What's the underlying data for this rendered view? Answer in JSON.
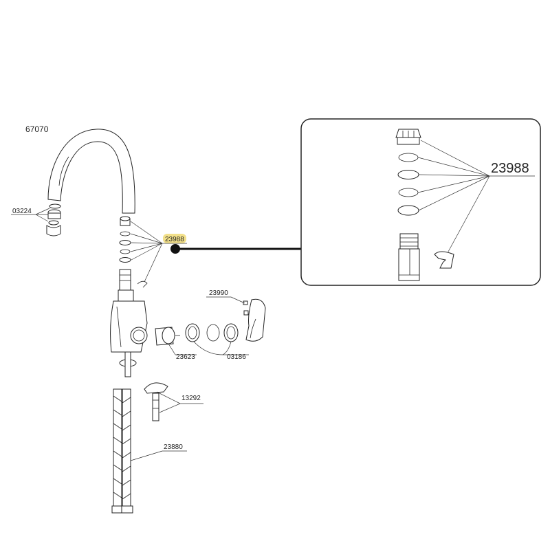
{
  "diagram": {
    "model_number": "67070",
    "highlight_color": "#f2e08a",
    "parts": [
      {
        "id": "aerator",
        "label": "03224"
      },
      {
        "id": "seal-set",
        "label": "23988",
        "highlighted": true
      },
      {
        "id": "handle-screw",
        "label": "23990"
      },
      {
        "id": "cartridge",
        "label": "23623"
      },
      {
        "id": "bonnet-rings",
        "label": "03186"
      },
      {
        "id": "mounting-kit",
        "label": "13292"
      },
      {
        "id": "supply-hoses",
        "label": "23880"
      }
    ],
    "inset": {
      "label": "23988"
    }
  }
}
